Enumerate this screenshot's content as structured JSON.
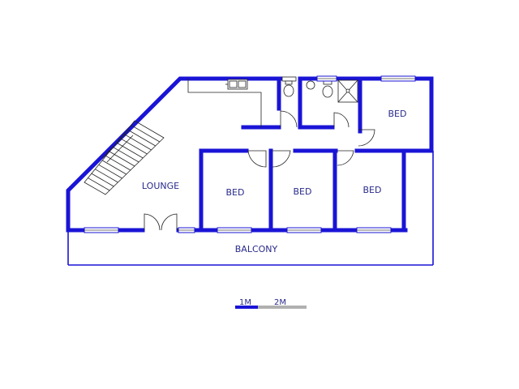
{
  "rooms": {
    "lounge": "LOUNGE",
    "bed_1": "BED",
    "bed_2": "BED",
    "bed_3": "BED",
    "bed_4": "BED",
    "balcony": "BALCONY"
  },
  "scale_bar": {
    "label_1": "1M",
    "label_2": "2M"
  },
  "colors": {
    "wall": "#1a14d6",
    "label": "#2a2a8c",
    "scale_secondary": "#b0b0b0"
  }
}
